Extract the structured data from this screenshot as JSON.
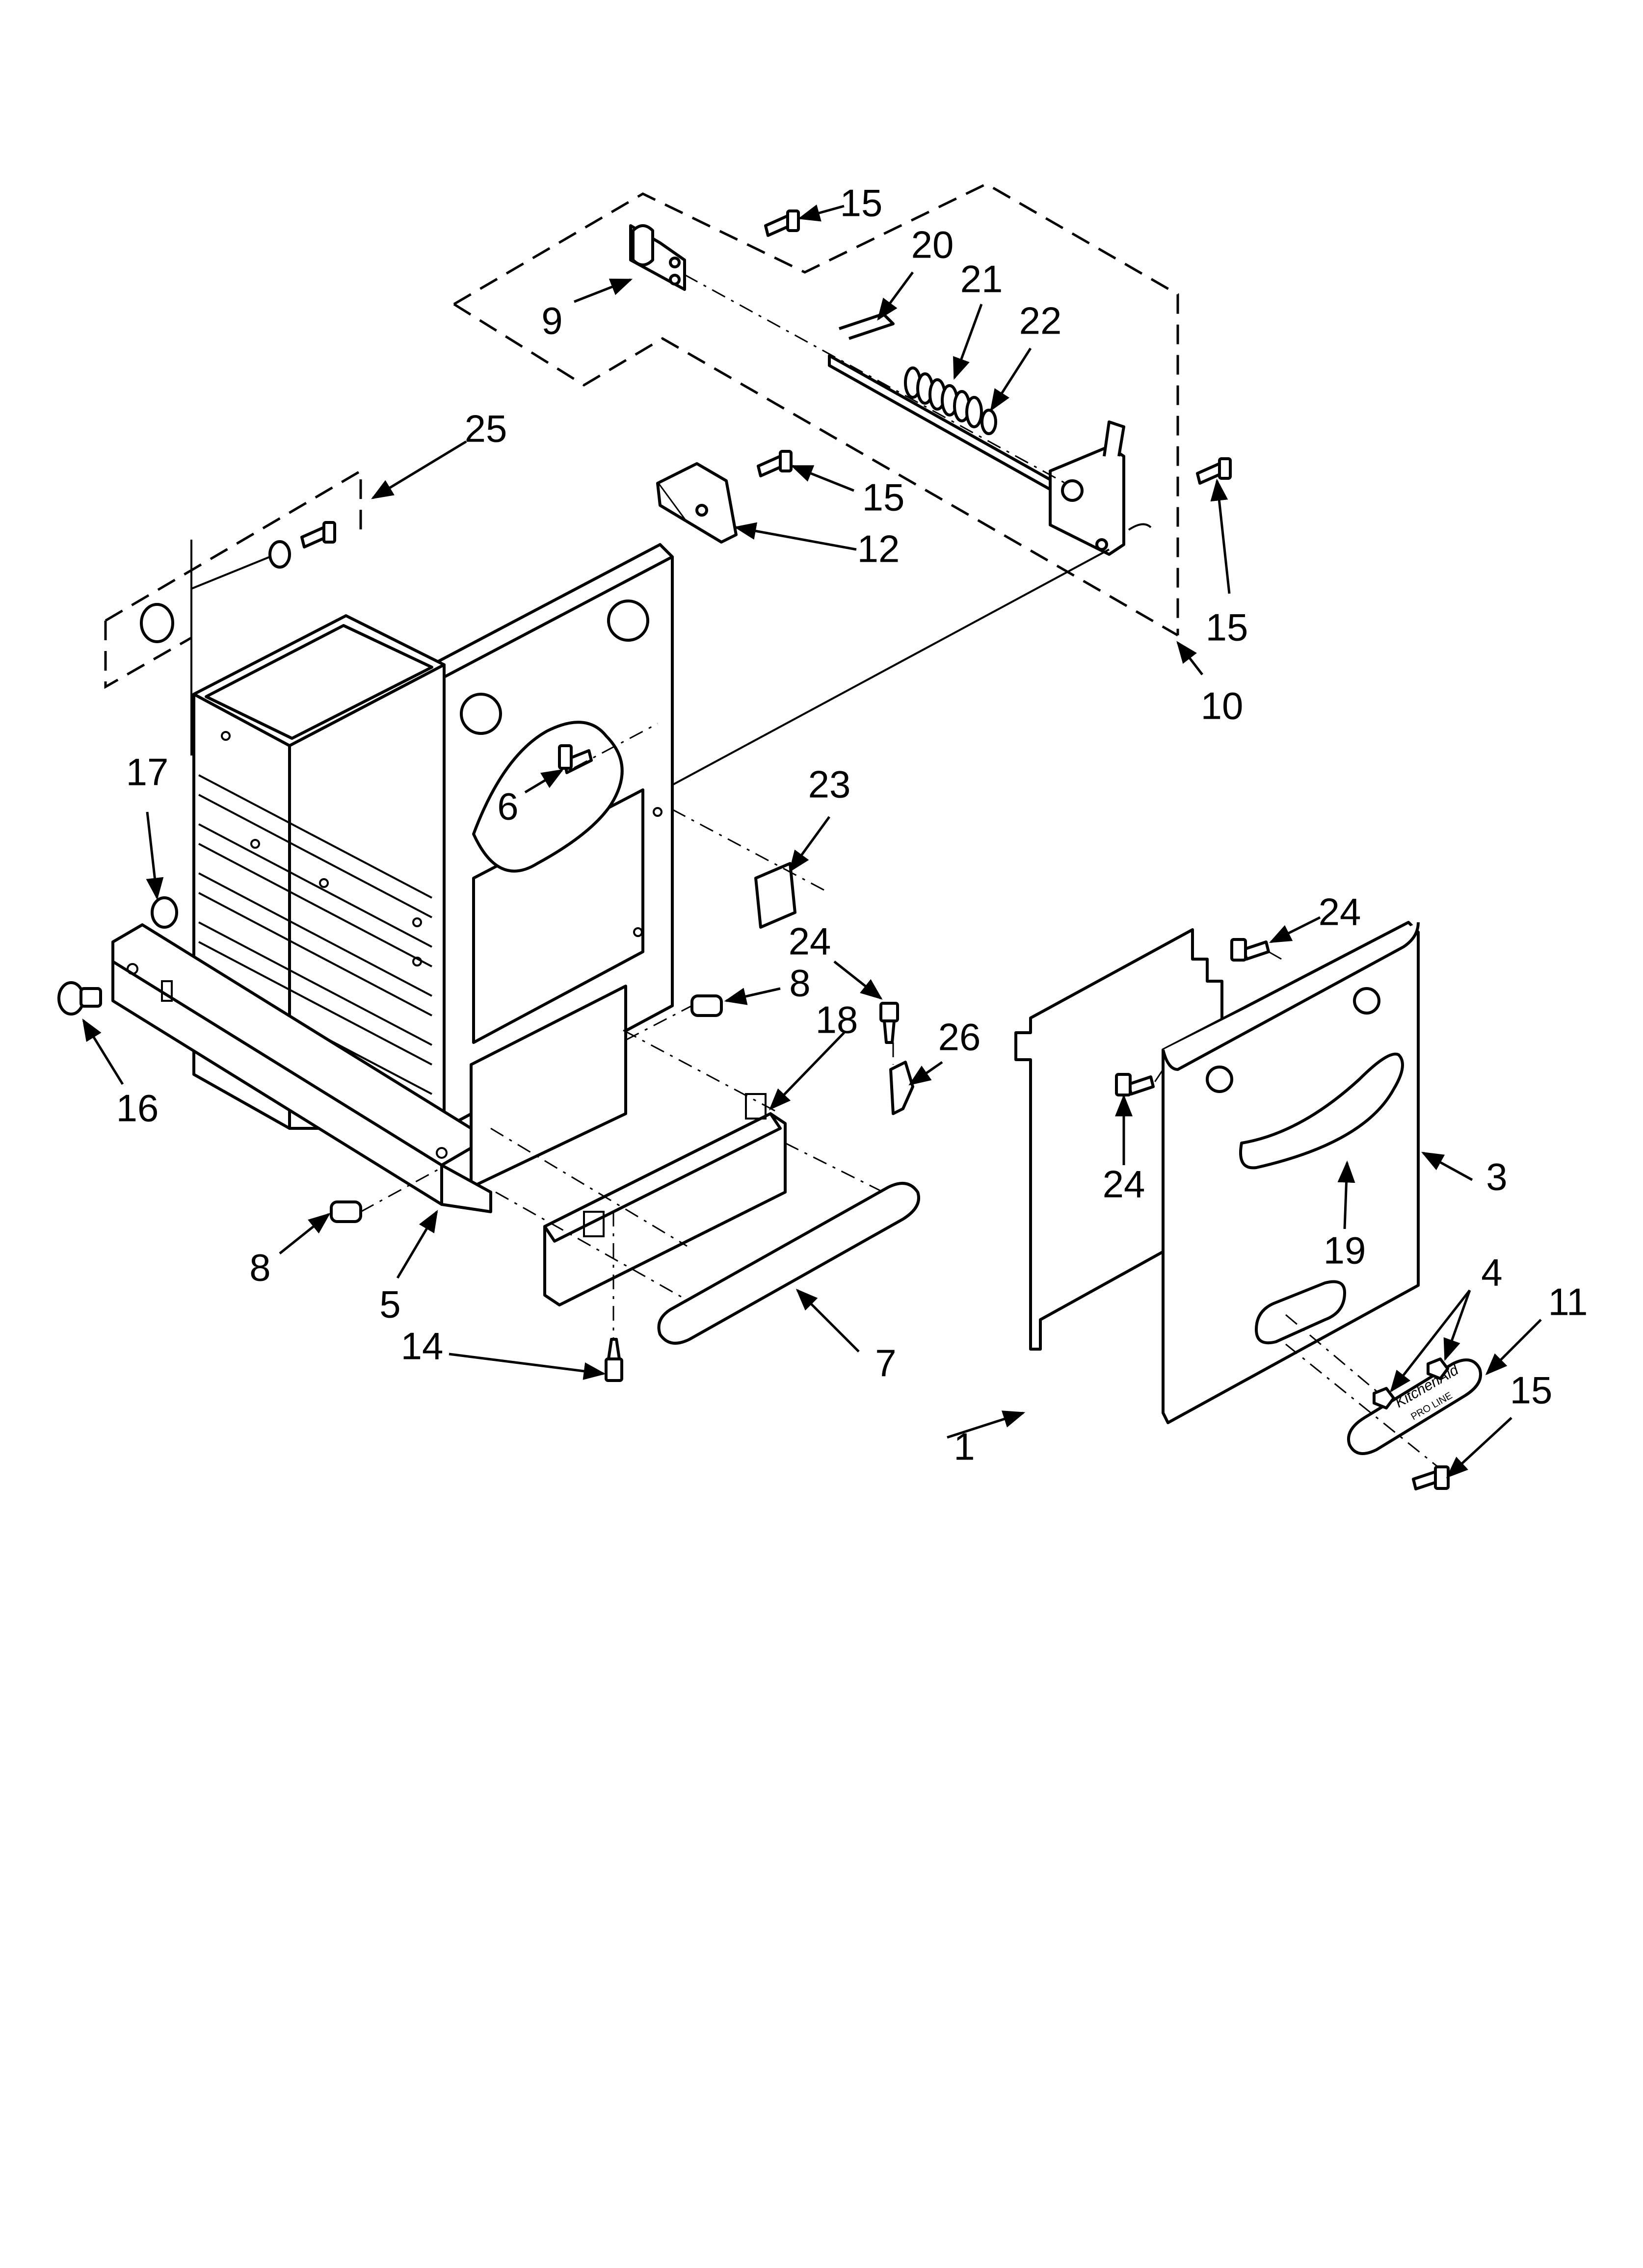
{
  "diagram": {
    "callouts": [
      {
        "id": "c15a",
        "text": "15"
      },
      {
        "id": "c20",
        "text": "20"
      },
      {
        "id": "c21",
        "text": "21"
      },
      {
        "id": "c22",
        "text": "22"
      },
      {
        "id": "c9",
        "text": "9"
      },
      {
        "id": "c25",
        "text": "25"
      },
      {
        "id": "c15b",
        "text": "15"
      },
      {
        "id": "c12",
        "text": "12"
      },
      {
        "id": "c15c",
        "text": "15"
      },
      {
        "id": "c10",
        "text": "10"
      },
      {
        "id": "c17",
        "text": "17"
      },
      {
        "id": "c6",
        "text": "6"
      },
      {
        "id": "c23",
        "text": "23"
      },
      {
        "id": "c24a",
        "text": "24"
      },
      {
        "id": "c24b",
        "text": "24"
      },
      {
        "id": "c8a",
        "text": "8"
      },
      {
        "id": "c18",
        "text": "18"
      },
      {
        "id": "c26",
        "text": "26"
      },
      {
        "id": "c16",
        "text": "16"
      },
      {
        "id": "c24c",
        "text": "24"
      },
      {
        "id": "c3",
        "text": "3"
      },
      {
        "id": "c19",
        "text": "19"
      },
      {
        "id": "c8b",
        "text": "8"
      },
      {
        "id": "c5",
        "text": "5"
      },
      {
        "id": "c4",
        "text": "4"
      },
      {
        "id": "c11",
        "text": "11"
      },
      {
        "id": "c14",
        "text": "14"
      },
      {
        "id": "c7",
        "text": "7"
      },
      {
        "id": "c15d",
        "text": "15"
      },
      {
        "id": "c1",
        "text": "1"
      }
    ],
    "badge": {
      "brand": "KitchenAid",
      "line": "PRO LINE"
    }
  }
}
